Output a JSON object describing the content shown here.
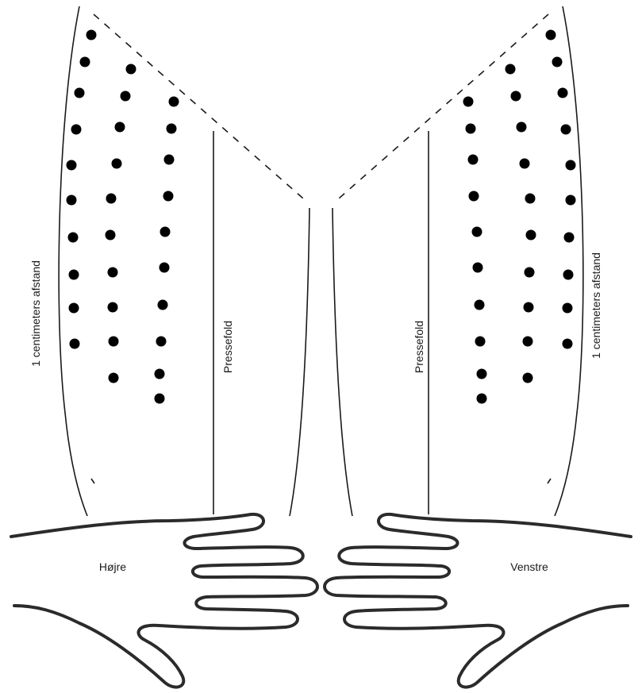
{
  "labels": {
    "left_hand": "Højre",
    "right_hand": "Venstre",
    "left_spacing": "1 centimeters afstand",
    "right_spacing": "1 centimeters afstand",
    "left_fold": "Pressefold",
    "right_fold": "Pressefold"
  },
  "colors": {
    "ink": "#1a1a1a",
    "dot": "#000000",
    "background": "#ffffff"
  }
}
